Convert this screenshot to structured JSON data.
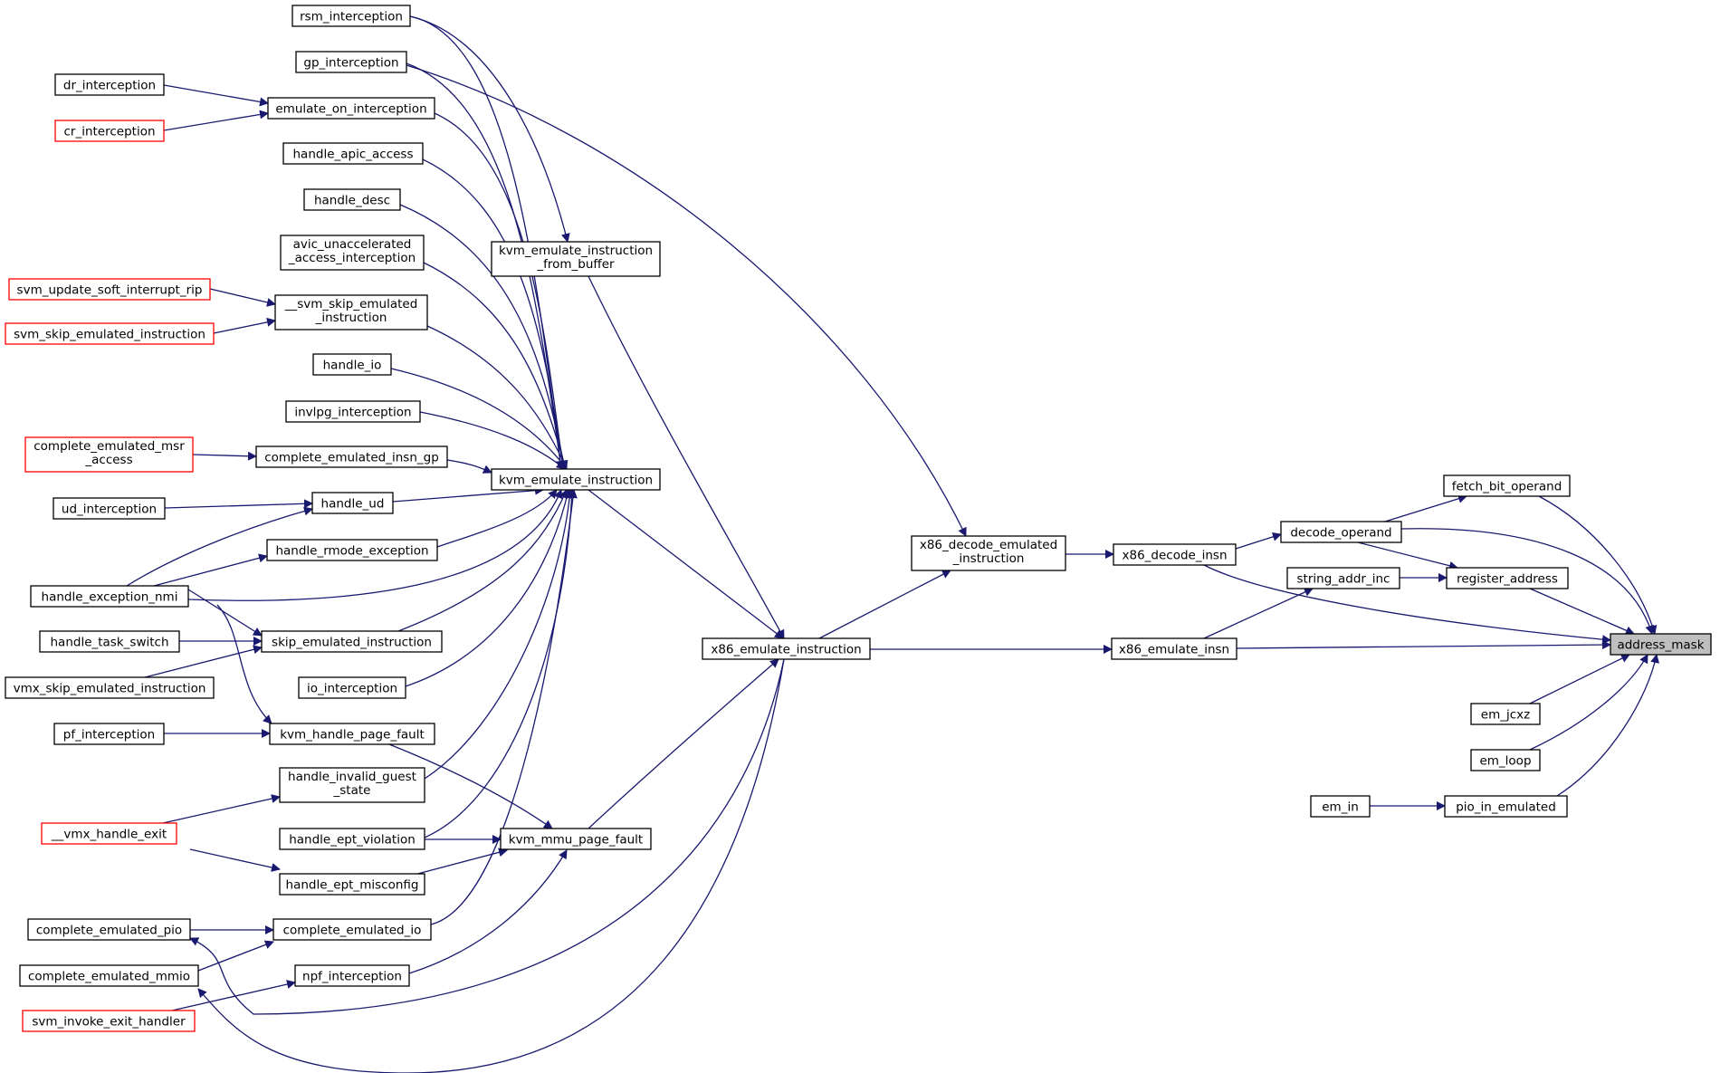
{
  "colors": {
    "edge": "#191970",
    "truncated_border": "#ff0000",
    "focus_fill": "#bfbfbf"
  },
  "nodes": {
    "rsm": [
      "rsm_interception"
    ],
    "gp": [
      "gp_interception"
    ],
    "dr": [
      "dr_interception"
    ],
    "emul_int": [
      "emulate_on_interception"
    ],
    "cr": [
      "cr_interception"
    ],
    "apic": [
      "handle_apic_access"
    ],
    "desc": [
      "handle_desc"
    ],
    "avic": [
      "avic_unaccelerated",
      "_access_interception"
    ],
    "kvm_buf": [
      "kvm_emulate_instruction",
      "_from_buffer"
    ],
    "soft_rip": [
      "svm_update_soft_interrupt_rip"
    ],
    "svm_skip_em": [
      "__svm_skip_emulated",
      "_instruction"
    ],
    "svm_skip": [
      "svm_skip_emulated_instruction"
    ],
    "hio": [
      "handle_io"
    ],
    "invlpg": [
      "invlpg_interception"
    ],
    "cem_msr": [
      "complete_emulated_msr",
      "_access"
    ],
    "cei_gp": [
      "complete_emulated_insn_gp"
    ],
    "kei": [
      "kvm_emulate_instruction"
    ],
    "fbo": [
      "fetch_bit_operand"
    ],
    "ud_int": [
      "ud_interception"
    ],
    "hud": [
      "handle_ud"
    ],
    "dop": [
      "decode_operand"
    ],
    "rmode": [
      "handle_rmode_exception"
    ],
    "x86_dei": [
      "x86_decode_emulated",
      "_instruction"
    ],
    "x86_di": [
      "x86_decode_insn"
    ],
    "sai": [
      "string_addr_inc"
    ],
    "reg": [
      "register_address"
    ],
    "hen": [
      "handle_exception_nmi"
    ],
    "hts": [
      "handle_task_switch"
    ],
    "sei": [
      "skip_emulated_instruction"
    ],
    "x86_ei": [
      "x86_emulate_instruction"
    ],
    "x86_ein": [
      "x86_emulate_insn"
    ],
    "am": [
      "address_mask"
    ],
    "vmx_skip": [
      "vmx_skip_emulated_instruction"
    ],
    "io_int": [
      "io_interception"
    ],
    "jcxz": [
      "em_jcxz"
    ],
    "pf": [
      "pf_interception"
    ],
    "khpf": [
      "kvm_handle_page_fault"
    ],
    "loop": [
      "em_loop"
    ],
    "higs": [
      "handle_invalid_guest",
      "_state"
    ],
    "emin": [
      "em_in"
    ],
    "pie": [
      "pio_in_emulated"
    ],
    "vmx_exit": [
      "__vmx_handle_exit"
    ],
    "hev": [
      "handle_ept_violation"
    ],
    "kmpf": [
      "kvm_mmu_page_fault"
    ],
    "hem": [
      "handle_ept_misconfig"
    ],
    "cepio": [
      "complete_emulated_pio"
    ],
    "ceio": [
      "complete_emulated_io"
    ],
    "cemmio": [
      "complete_emulated_mmio"
    ],
    "npf": [
      "npf_interception"
    ],
    "sieh": [
      "svm_invoke_exit_handler"
    ]
  }
}
